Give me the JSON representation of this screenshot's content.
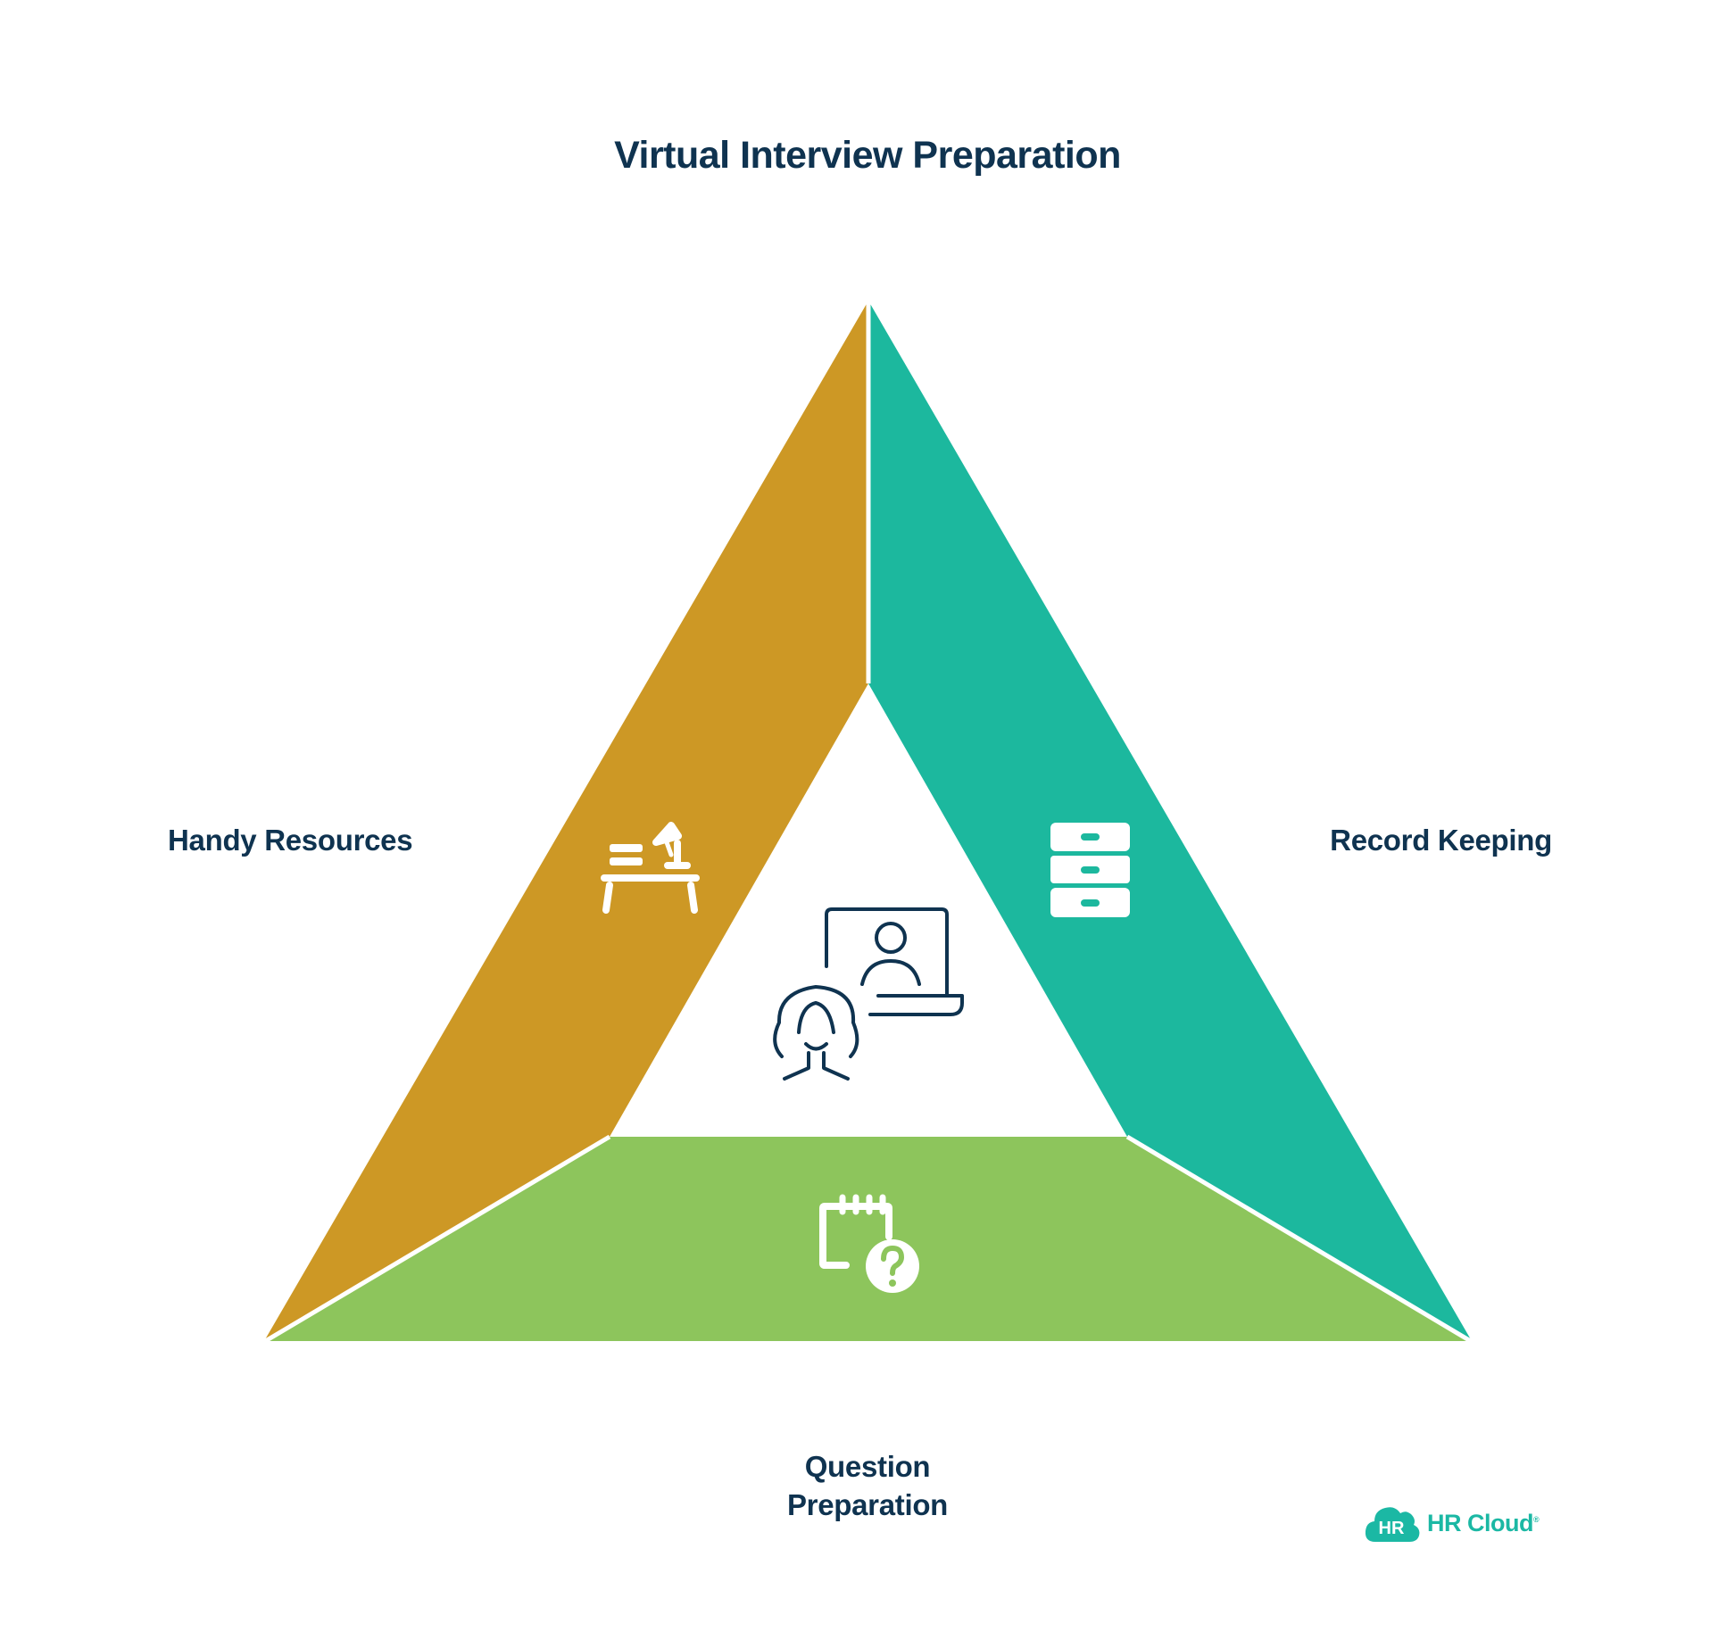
{
  "title": "Virtual Interview Preparation",
  "segments": [
    {
      "id": "handy",
      "label": "Handy Resources",
      "color": "#cd9825",
      "icon": "desk-lamp-icon"
    },
    {
      "id": "record",
      "label": "Record Keeping",
      "color": "#1cb89e",
      "icon": "filing-cabinet-icon"
    },
    {
      "id": "question",
      "label_lines": [
        "Question",
        "Preparation"
      ],
      "color": "#8dc55c",
      "icon": "calendar-question-icon"
    }
  ],
  "center_icon": "virtual-interview-icon",
  "colors": {
    "text": "#0f3350",
    "background": "#ffffff",
    "icon_stroke": "#0f3350"
  },
  "logo": {
    "badge": "HR",
    "text": "HR Cloud",
    "mark": "®",
    "color": "#1bb8a4"
  }
}
